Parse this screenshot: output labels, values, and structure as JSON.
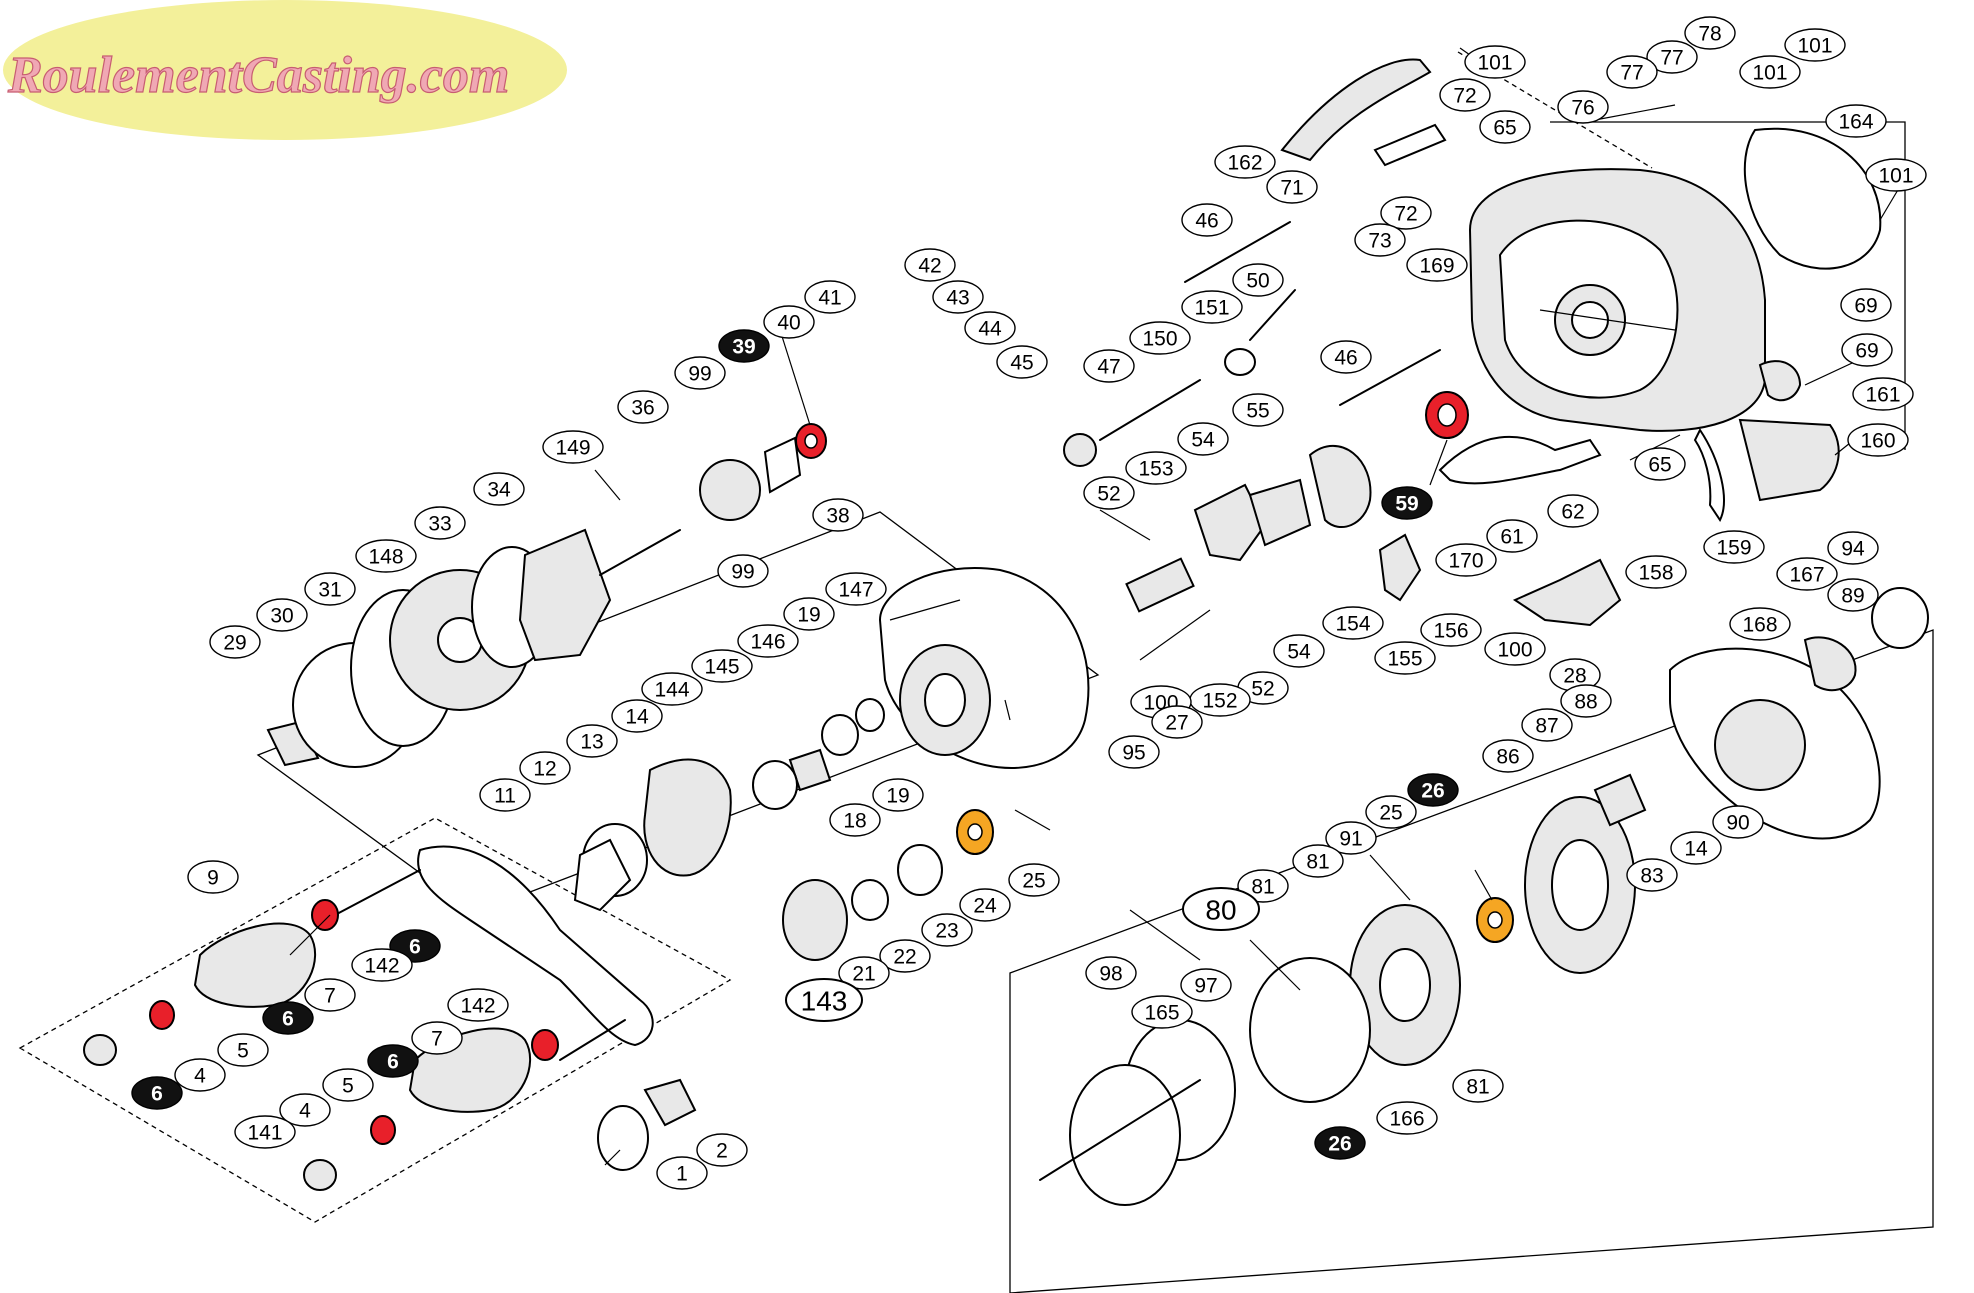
{
  "watermark": {
    "text": "RoulementCasting.com",
    "oval_color": "#f3f09a",
    "text_color": "#f0a8b4"
  },
  "colors": {
    "bearing_red": "#e8202a",
    "bearing_orange": "#f5a623",
    "line": "#000000"
  },
  "diagram": {
    "labels": [
      {
        "text": "101"
      },
      {
        "text": "78"
      },
      {
        "text": "77"
      },
      {
        "text": "101"
      },
      {
        "text": "101"
      },
      {
        "text": "77"
      },
      {
        "text": "76"
      },
      {
        "text": "72"
      },
      {
        "text": "65"
      },
      {
        "text": "164"
      },
      {
        "text": "162"
      },
      {
        "text": "71"
      },
      {
        "text": "72"
      },
      {
        "text": "73"
      },
      {
        "text": "101"
      },
      {
        "text": "42"
      },
      {
        "text": "43"
      },
      {
        "text": "44"
      },
      {
        "text": "45"
      },
      {
        "text": "46"
      },
      {
        "text": "169"
      },
      {
        "text": "50"
      },
      {
        "text": "151"
      },
      {
        "text": "69"
      },
      {
        "text": "69"
      },
      {
        "text": "46"
      },
      {
        "text": "41"
      },
      {
        "text": "40"
      },
      {
        "text": "39",
        "style": "dark"
      },
      {
        "text": "99"
      },
      {
        "text": "36"
      },
      {
        "text": "38"
      },
      {
        "text": "99"
      },
      {
        "text": "149"
      },
      {
        "text": "34"
      },
      {
        "text": "33"
      },
      {
        "text": "148"
      },
      {
        "text": "31"
      },
      {
        "text": "30"
      },
      {
        "text": "29"
      },
      {
        "text": "147"
      },
      {
        "text": "146"
      },
      {
        "text": "19"
      },
      {
        "text": "145"
      },
      {
        "text": "144"
      },
      {
        "text": "18"
      },
      {
        "text": "19"
      },
      {
        "text": "14"
      },
      {
        "text": "13"
      },
      {
        "text": "12"
      },
      {
        "text": "11"
      },
      {
        "text": "47"
      },
      {
        "text": "150"
      },
      {
        "text": "55"
      },
      {
        "text": "54"
      },
      {
        "text": "153"
      },
      {
        "text": "52"
      },
      {
        "text": "161"
      },
      {
        "text": "160"
      },
      {
        "text": "65"
      },
      {
        "text": "59",
        "style": "dark"
      },
      {
        "text": "62"
      },
      {
        "text": "61"
      },
      {
        "text": "170"
      },
      {
        "text": "159"
      },
      {
        "text": "158"
      },
      {
        "text": "156"
      },
      {
        "text": "155"
      },
      {
        "text": "154"
      },
      {
        "text": "54"
      },
      {
        "text": "52"
      },
      {
        "text": "152"
      },
      {
        "text": "100"
      },
      {
        "text": "100"
      },
      {
        "text": "28"
      },
      {
        "text": "27"
      },
      {
        "text": "95"
      },
      {
        "text": "94"
      },
      {
        "text": "167"
      },
      {
        "text": "168"
      },
      {
        "text": "89"
      },
      {
        "text": "88"
      },
      {
        "text": "87"
      },
      {
        "text": "86"
      },
      {
        "text": "26",
        "style": "dark"
      },
      {
        "text": "25"
      },
      {
        "text": "91"
      },
      {
        "text": "90"
      },
      {
        "text": "14"
      },
      {
        "text": "83"
      },
      {
        "text": "81"
      },
      {
        "text": "81"
      },
      {
        "text": "80",
        "style": "big"
      },
      {
        "text": "98"
      },
      {
        "text": "97"
      },
      {
        "text": "165"
      },
      {
        "text": "166"
      },
      {
        "text": "81"
      },
      {
        "text": "26",
        "style": "dark"
      },
      {
        "text": "25"
      },
      {
        "text": "24"
      },
      {
        "text": "23"
      },
      {
        "text": "22"
      },
      {
        "text": "21"
      },
      {
        "text": "143",
        "style": "big"
      },
      {
        "text": "9"
      },
      {
        "text": "6",
        "style": "dark"
      },
      {
        "text": "142"
      },
      {
        "text": "7"
      },
      {
        "text": "6",
        "style": "dark"
      },
      {
        "text": "5"
      },
      {
        "text": "4"
      },
      {
        "text": "6",
        "style": "dark"
      },
      {
        "text": "142"
      },
      {
        "text": "7"
      },
      {
        "text": "6",
        "style": "dark"
      },
      {
        "text": "5"
      },
      {
        "text": "4"
      },
      {
        "text": "141"
      },
      {
        "text": "2"
      },
      {
        "text": "1"
      }
    ]
  }
}
